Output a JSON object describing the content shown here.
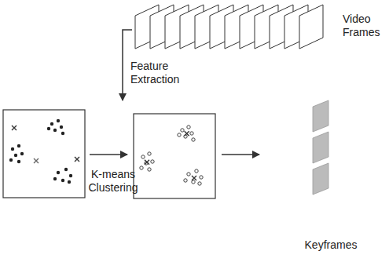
{
  "diagram": {
    "labels": [
      "Video Frames",
      "Feature Extraction",
      "K-means Clustering",
      "Keyframes"
    ]
  }
}
